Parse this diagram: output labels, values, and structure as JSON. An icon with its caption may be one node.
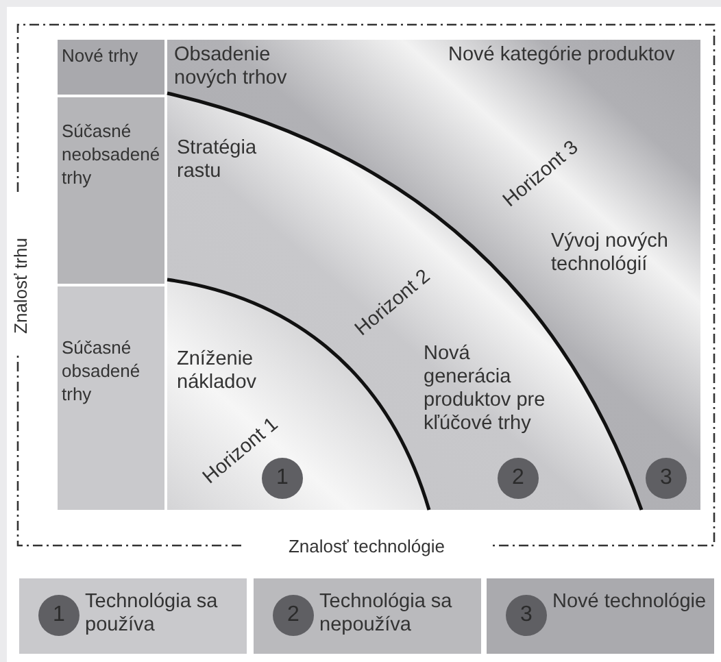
{
  "diagram": {
    "nodes": [
      {
        "text": [
          "Nové trhy"
        ]
      },
      {
        "text": [
          "Súčasné neobsadené trhy"
        ]
      },
      {
        "text": [
          "Súčasné obsadené trhy"
        ]
      },
      {
        "text": [
          "1",
          "Technológia sa používa"
        ]
      },
      {
        "text": [
          "2",
          "Technológia sa nepoužíva"
        ]
      },
      {
        "text": [
          "3",
          "Nové technológie"
        ]
      }
    ],
    "edges": [],
    "labels": [
      "Obsadenie nových trhov",
      "Nové kategórie produktov",
      "Stratégia rastu",
      "Horizont 3",
      "Vývoj nových technológií",
      "Horizont 2",
      "Zníženie nákladov",
      "Nová generácia produktov pre kľúčové trhy",
      "Horizont 1",
      "1",
      "2",
      "3",
      "Znalosť trhu",
      "Znalosť technológie"
    ]
  }
}
